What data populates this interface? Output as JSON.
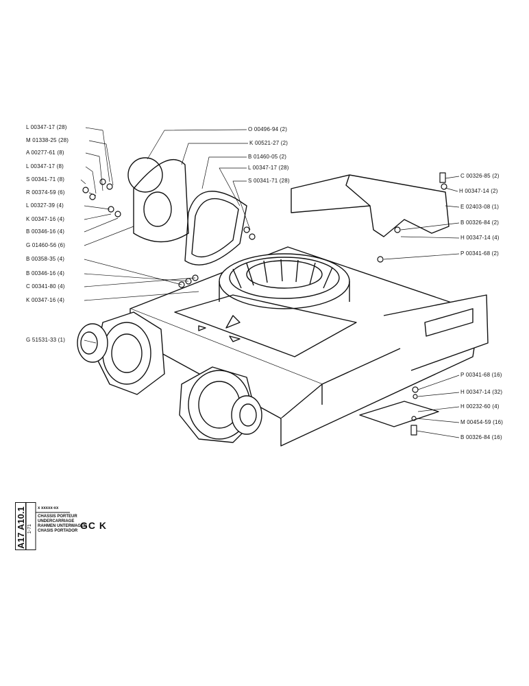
{
  "callouts_left": [
    "L 00347-17 (28)",
    "M 01338-25 (28)",
    "A 00277-61 (8)",
    "L 00347-17 (8)",
    "S 00341-71 (8)",
    "R 00374-59 (6)",
    "L 00327-39 (4)",
    "K 00347-16 (4)",
    "B 00346-16 (4)",
    "G 01460-56 (6)",
    "B 00358-35 (4)",
    "B 00346-16 (4)",
    "C 00341-80 (4)",
    "K 00347-16 (4)",
    "G 51531-33 (1)"
  ],
  "callouts_right": [
    "O 00496-94 (2)",
    "K 00521-27 (2)",
    "B 01460-05 (2)",
    "L 00347-17 (28)",
    "S 00341-71 (28)",
    "C 00326-85 (2)",
    "H 00347-14 (2)",
    "E 02403-08 (1)",
    "B 00326-84 (2)",
    "H 00347-14 (4)",
    "P 00341-68 (2)",
    "P 00341-68 (16)",
    "H 00347-14 (32)",
    "H 00232-60 (4)",
    "M 00454-59 (16)",
    "B 00326-84 (16)"
  ],
  "titleblock": {
    "ref_code": "A17 A10.1",
    "edition": "1-71",
    "marker": "x xxxxx-xx",
    "lines": [
      "CHASSIS PORTEUR",
      "UNDERCARRIAGE",
      "RAHMEN UNTERWAGEN",
      "CHASIS PORTADOR"
    ],
    "model": "GC K"
  }
}
